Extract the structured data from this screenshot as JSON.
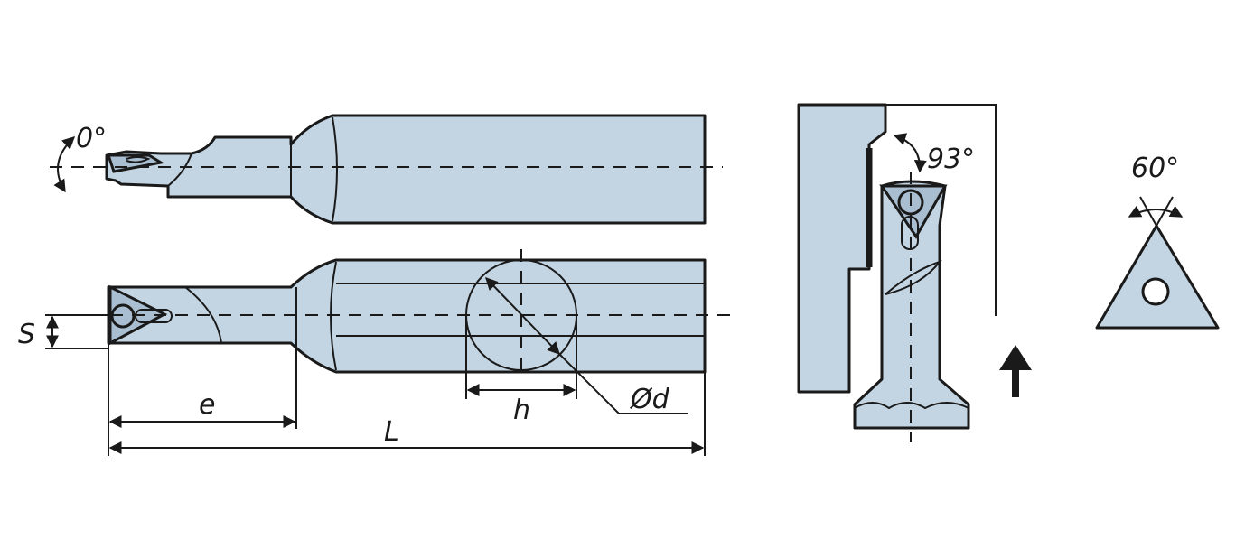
{
  "labels": {
    "rake_angle": "0°",
    "approach_angle": "93°",
    "insert_angle": "60°",
    "dim_s": "S",
    "dim_e": "e",
    "dim_h": "h",
    "dim_d": "Ød",
    "dim_l": "L"
  }
}
